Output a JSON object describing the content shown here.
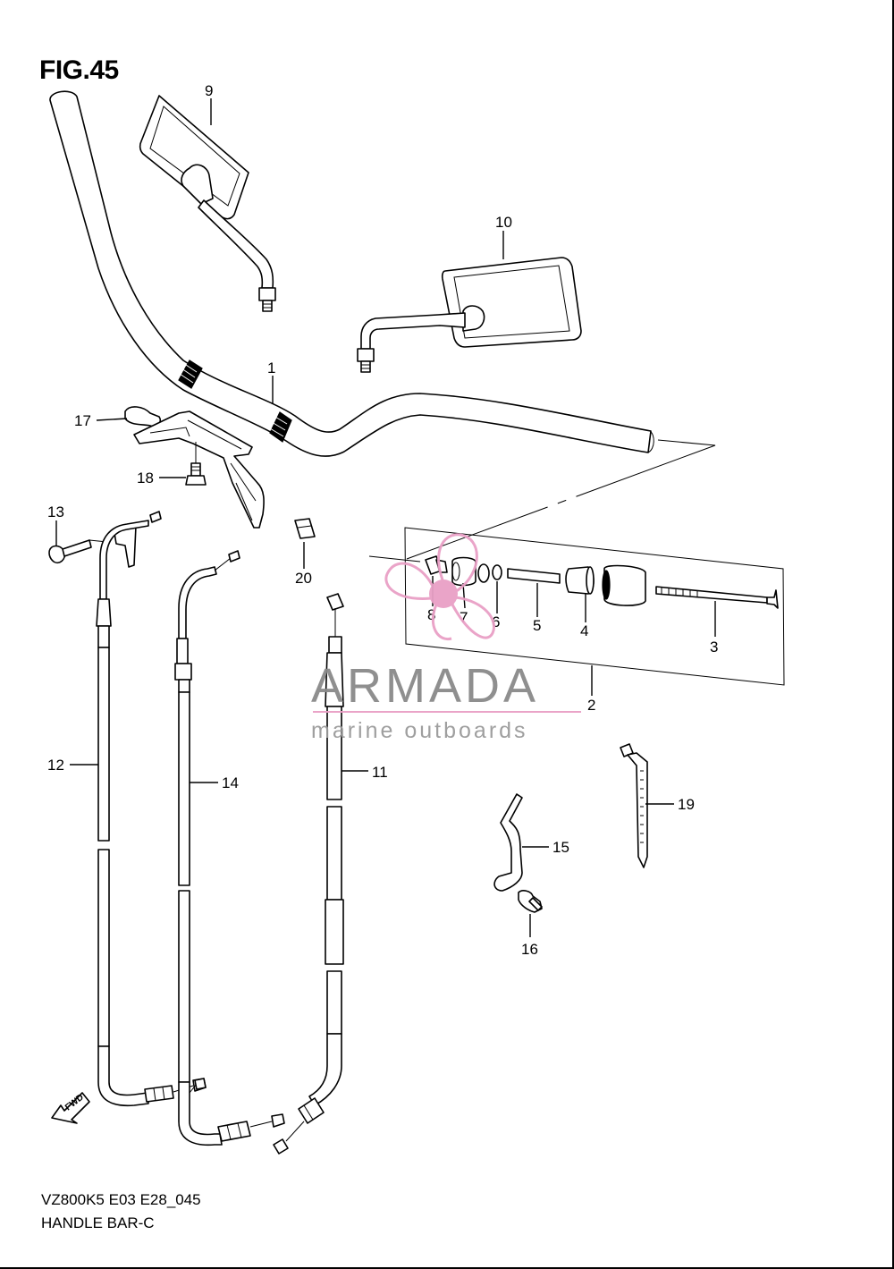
{
  "figure": {
    "title": "FIG.45"
  },
  "footer": {
    "model_code": "VZ800K5 E03 E28_045",
    "caption": "HANDLE BAR-C"
  },
  "watermark": {
    "brand": "ARMADA",
    "tagline": "marine outboards",
    "accent_color": "#e9a0c6",
    "text_color": "#8a8a8a"
  },
  "fwd_label": "FWD",
  "parts": [
    {
      "id": "1",
      "label": "1"
    },
    {
      "id": "2",
      "label": "2"
    },
    {
      "id": "3",
      "label": "3"
    },
    {
      "id": "4",
      "label": "4"
    },
    {
      "id": "5",
      "label": "5"
    },
    {
      "id": "6",
      "label": "6"
    },
    {
      "id": "7",
      "label": "7"
    },
    {
      "id": "8",
      "label": "8"
    },
    {
      "id": "9",
      "label": "9"
    },
    {
      "id": "10",
      "label": "10"
    },
    {
      "id": "11",
      "label": "11"
    },
    {
      "id": "12",
      "label": "12"
    },
    {
      "id": "13",
      "label": "13"
    },
    {
      "id": "14",
      "label": "14"
    },
    {
      "id": "15",
      "label": "15"
    },
    {
      "id": "16",
      "label": "16"
    },
    {
      "id": "17",
      "label": "17"
    },
    {
      "id": "18",
      "label": "18"
    },
    {
      "id": "19",
      "label": "19"
    },
    {
      "id": "20",
      "label": "20"
    }
  ]
}
